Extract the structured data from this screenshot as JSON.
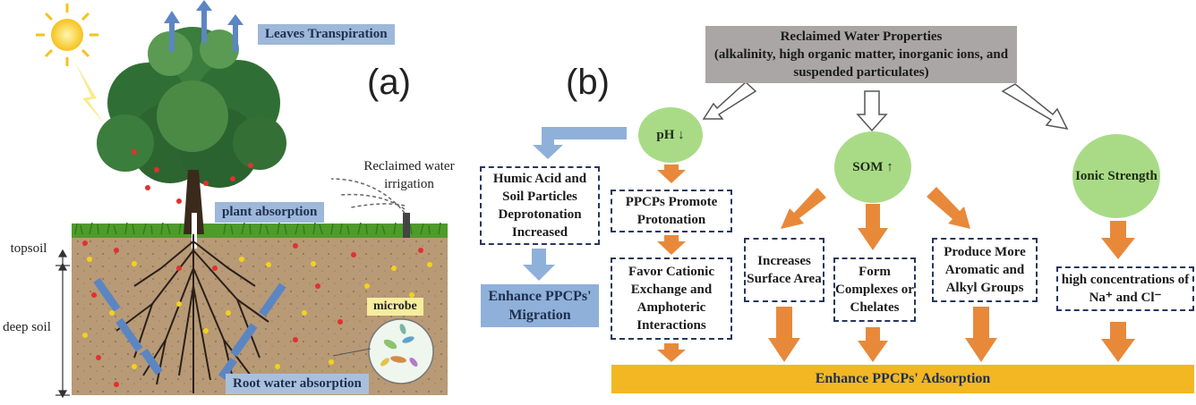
{
  "panel_a": {
    "letter": "(a)",
    "labels": {
      "leaves_transpiration": "Leaves Transpiration",
      "reclaimed_irrigation_line1": "Reclaimed water",
      "reclaimed_irrigation_line2": "irrigation",
      "plant_absorption": "plant absorption",
      "topsoil": "topsoil",
      "deep_soil": "deep soil",
      "microbe": "microbe",
      "root_water_absorption": "Root water absorption"
    }
  },
  "panel_b": {
    "letter": "(b)",
    "properties": {
      "line1": "Reclaimed Water Properties",
      "line2": "(alkalinity, high organic matter, inorganic ions, and",
      "line3": "suspended particulates)"
    },
    "ph": "pH ↓",
    "som": "SOM ↑",
    "ionic": "Ionic Strength",
    "humic": "Humic Acid and Soil Particles Deprotonation Increased",
    "enhance_migration": "Enhance PPCPs' Migration",
    "protonation": "PPCPs Promote Protonation",
    "cationic": "Favor Cationic Exchange and Amphoteric Interactions",
    "surface": "Increases Surface Area",
    "complexes": "Form Complexes or Chelates",
    "aromatic": "Produce More Aromatic and Alkyl Groups",
    "concentrations": "high concentrations of Na⁺ and Cl⁻",
    "adsorption": "Enhance PPCPs' Adsorption"
  },
  "colors": {
    "orange_arrow": "#e8893a",
    "blue_arrow": "#8fb0d9",
    "som_green": "#a9db87",
    "props_gray": "#aaa6a6",
    "adsorption_bar": "#f2b722",
    "dashed_border": "#27365f"
  }
}
